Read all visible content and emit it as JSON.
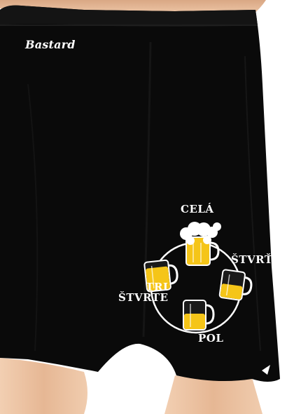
{
  "brand": {
    "logo_text": "Bastard"
  },
  "design": {
    "labels": {
      "full": "CELÁ",
      "quarter": "ŠTVRŤ",
      "half": "POL",
      "three_quarters_line1": "TRI",
      "three_quarters_line2": "ŠTVRTE"
    },
    "mugs": [
      {
        "label": "CELÁ",
        "fill": 1.0,
        "foam": true
      },
      {
        "label": "ŠTVRŤ",
        "fill": 0.25,
        "foam": false
      },
      {
        "label": "POL",
        "fill": 0.5,
        "foam": false
      },
      {
        "label": "TRI ŠTVRTE",
        "fill": 0.75,
        "foam": false
      }
    ]
  },
  "colors": {
    "fabric": "#0a0a0a",
    "beer": "#f5c518",
    "print": "#ffffff",
    "background": "#ffffff",
    "skin": "#e4b996"
  }
}
